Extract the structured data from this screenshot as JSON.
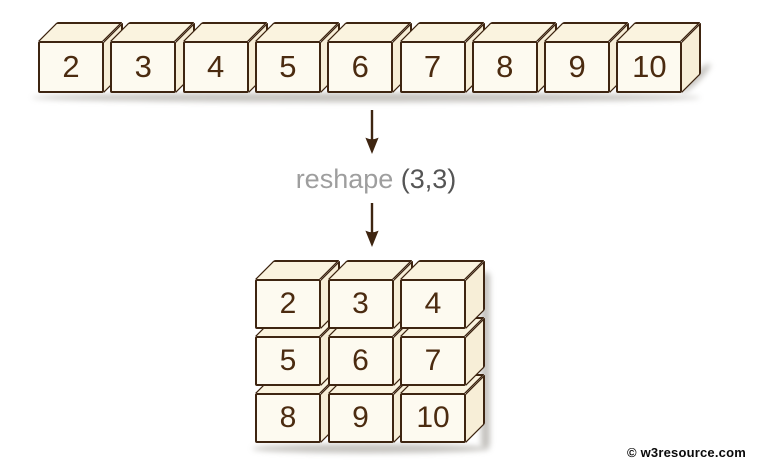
{
  "diagram": {
    "array": {
      "values": [
        2,
        3,
        4,
        5,
        6,
        7,
        8,
        9,
        10
      ]
    },
    "reshape": {
      "prefix": "reshape ",
      "args": "(3,3)"
    },
    "grid": {
      "rows": [
        [
          2,
          3,
          4
        ],
        [
          5,
          6,
          7
        ],
        [
          8,
          9,
          10
        ]
      ]
    },
    "watermark": "© w3resource.com",
    "colors": {
      "face_front": "#fdfaf0",
      "face_top": "#faf3df",
      "face_side": "#f7eed7",
      "edge": "#3e2511",
      "digit": "#4b2b10",
      "arrow": "#3e2511",
      "label_gray": "#9e9e9e",
      "label_dark": "#555555",
      "shadow": "#8a867e"
    }
  }
}
